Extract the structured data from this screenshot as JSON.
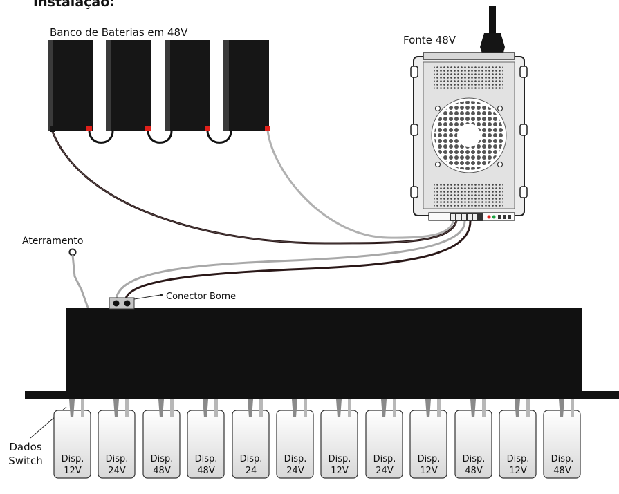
{
  "title": "Instalação:",
  "battery_bank_label": "Banco de Baterias em 48V",
  "power_supply_label": "Fonte 48V",
  "grounding_label": "Aterramento",
  "connector_label": "Conector Borne",
  "switch_data_label": "Dados Switch",
  "devices": [
    {
      "line1": "Disp.",
      "line2": "12V"
    },
    {
      "line1": "Disp.",
      "line2": "24V"
    },
    {
      "line1": "Disp.",
      "line2": "48V"
    },
    {
      "line1": "Disp.",
      "line2": "48V"
    },
    {
      "line1": "Disp.",
      "line2": "24"
    },
    {
      "line1": "Disp.",
      "line2": "24V"
    },
    {
      "line1": "Disp.",
      "line2": "12V"
    },
    {
      "line1": "Disp.",
      "line2": "24V"
    },
    {
      "line1": "Disp.",
      "line2": "12V"
    },
    {
      "line1": "Disp.",
      "line2": "48V"
    },
    {
      "line1": "Disp.",
      "line2": "12V"
    },
    {
      "line1": "Disp.",
      "line2": "48V"
    }
  ],
  "colors": {
    "battery": "#1a1a1a",
    "terminal": "#e0201a",
    "switch_body": "#111111",
    "cable_gray": "#a8a8a8",
    "cable_dark": "#2a1818",
    "device_fill": "#e6e6e6"
  }
}
